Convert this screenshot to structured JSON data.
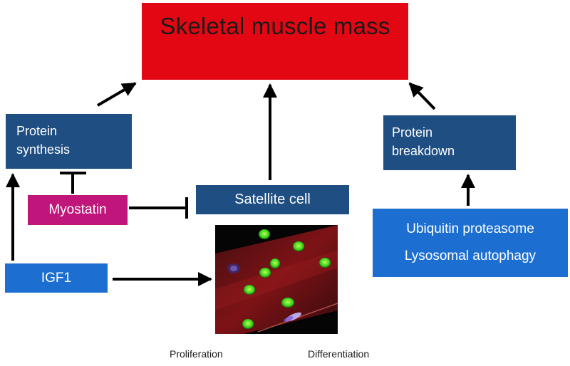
{
  "nodes": {
    "main": "Skeletal muscle mass",
    "protein_synthesis": [
      "Protein",
      "synthesis"
    ],
    "protein_breakdown": [
      "Protein",
      "breakdown"
    ],
    "satellite_cell": "Satellite cell",
    "myostatin": "Myostatin",
    "degradation": [
      "Ubiquitin proteasome",
      "Lysosomal autophagy"
    ],
    "igf1": "IGF1"
  },
  "captions": {
    "proliferation": "Proliferation",
    "differentiation": "Differentiation"
  },
  "colors": {
    "main_box": "#e30613",
    "dark_blue_box": "#1f4e82",
    "bright_blue_box": "#1c6fd1",
    "myostatin_box": "#c0157a",
    "arrow": "#000000"
  }
}
